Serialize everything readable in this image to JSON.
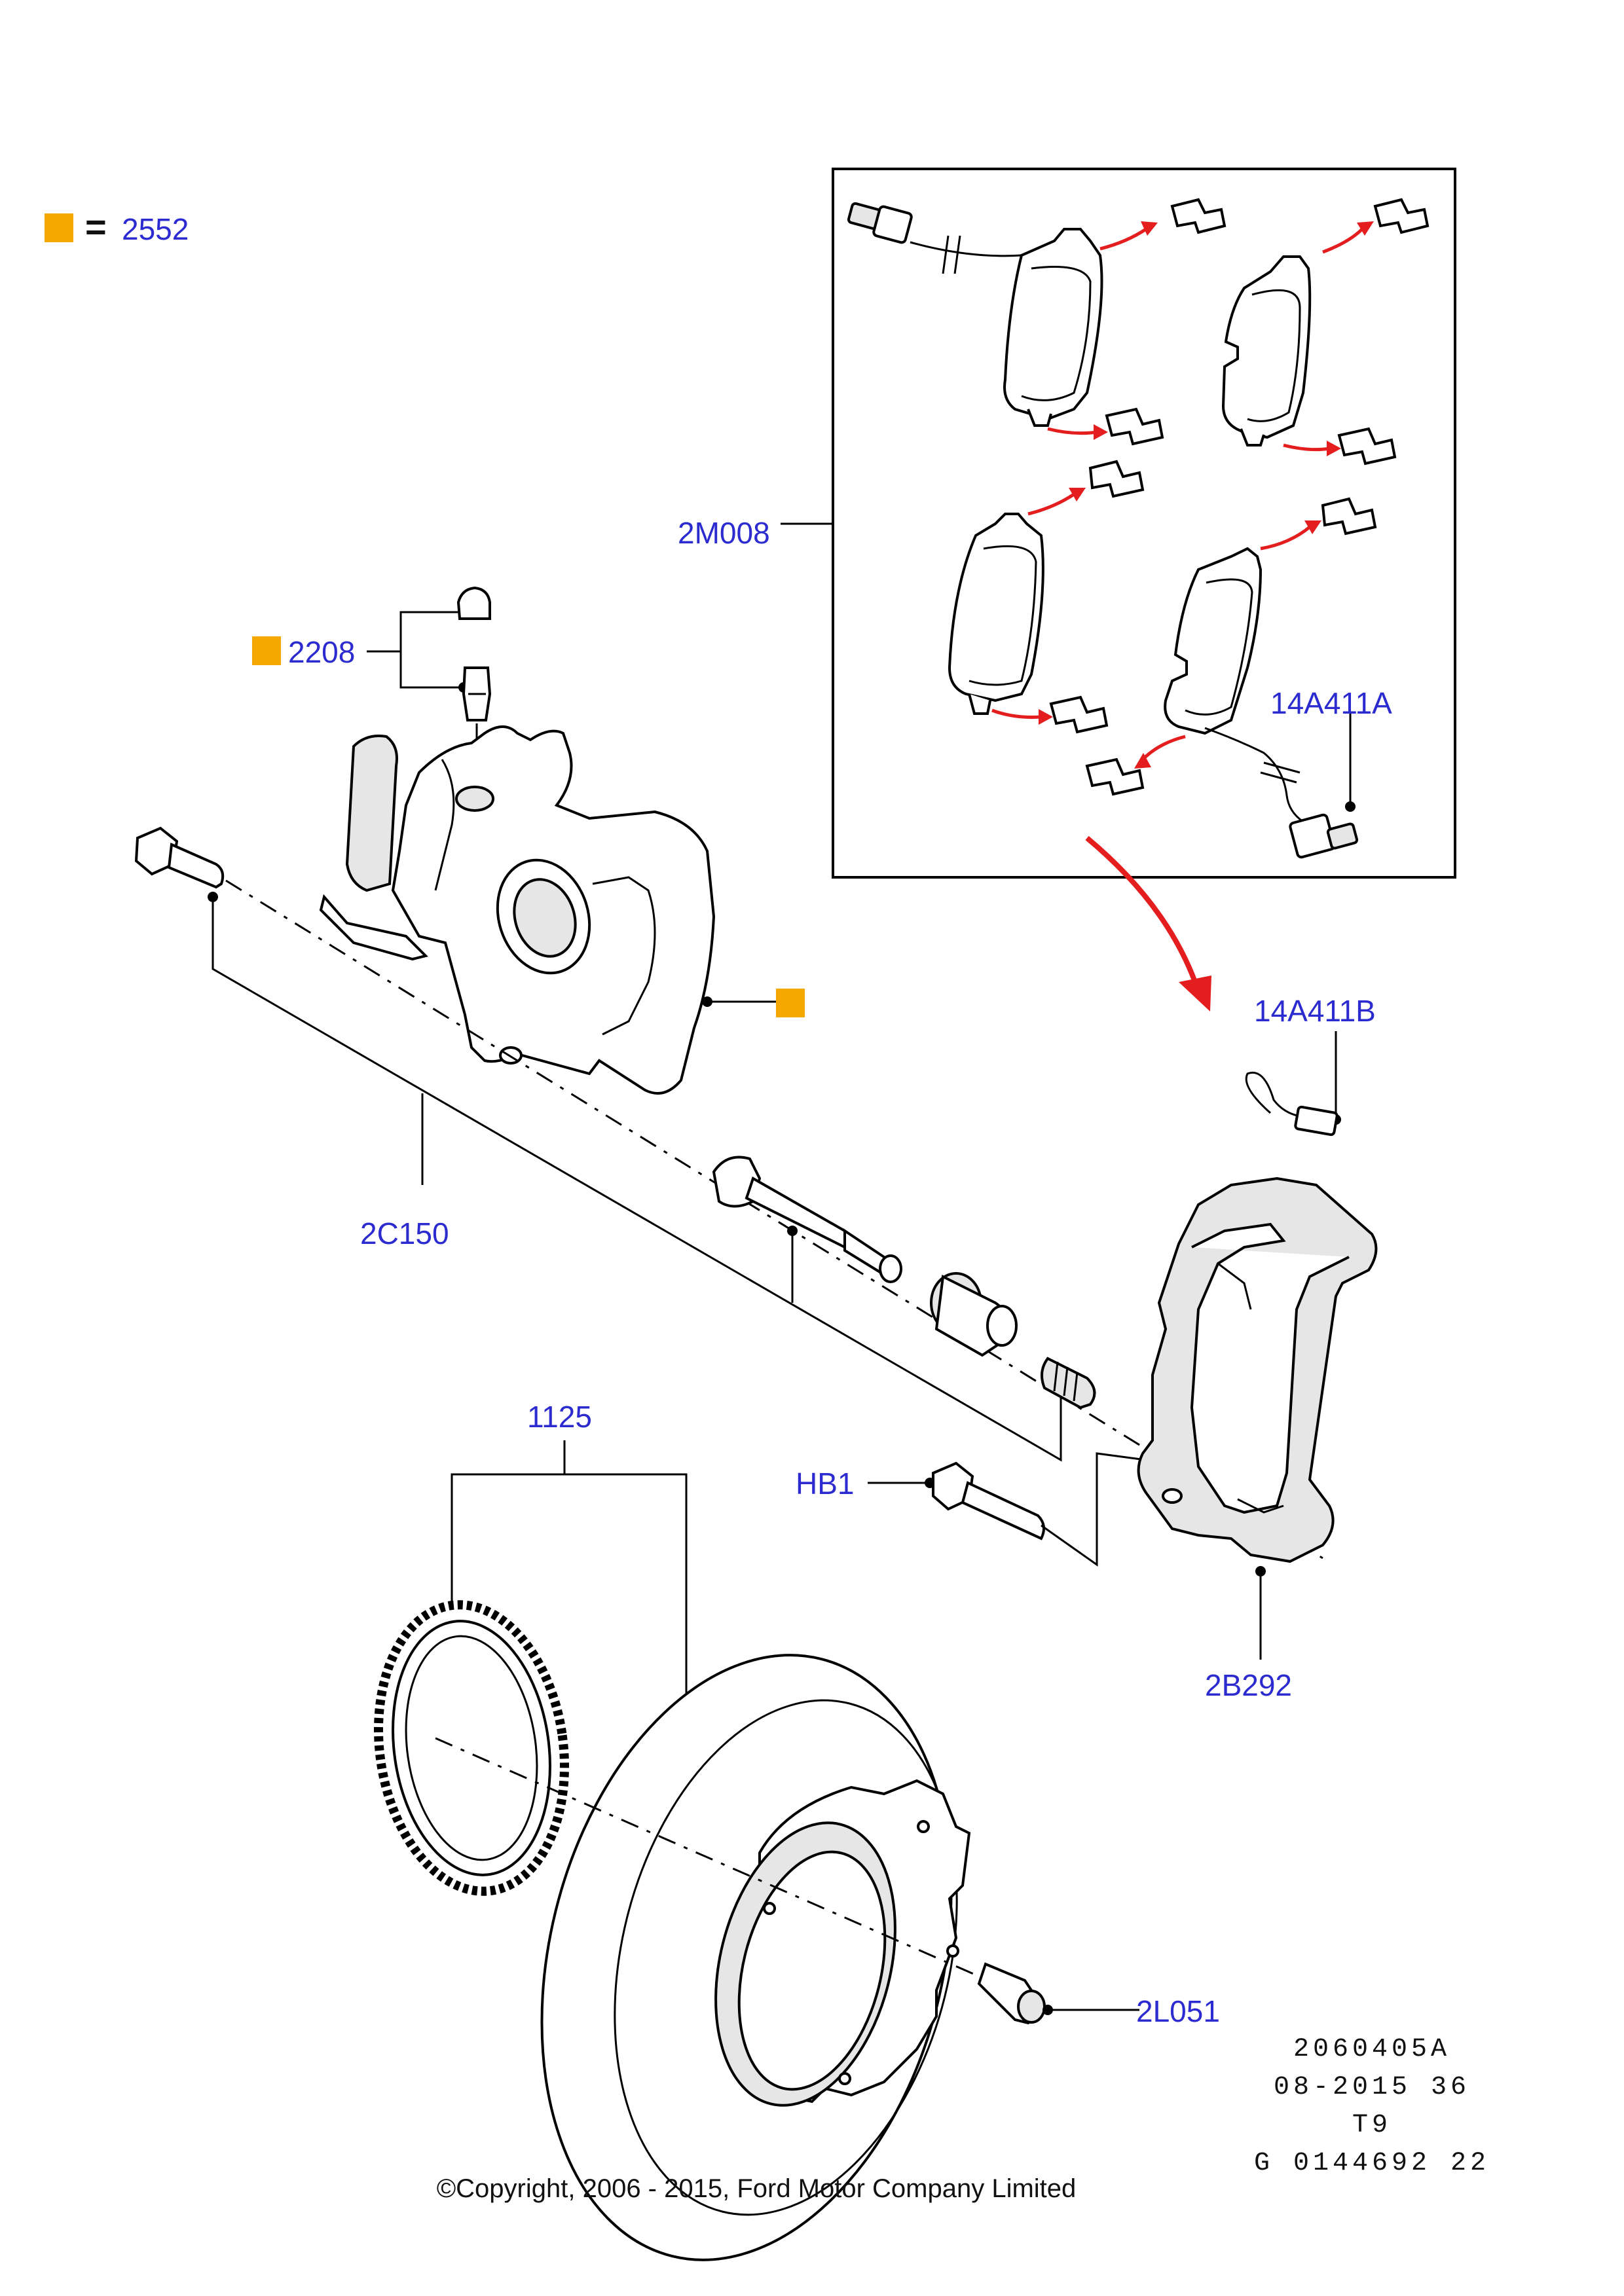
{
  "legend": {
    "marker_color": "#f5a800",
    "equals_symbol": "=",
    "code": "2552"
  },
  "labels": {
    "brake_pad_kit": "2M008",
    "bleed_valve": "2208",
    "wear_sensor_a": "14A411A",
    "wear_sensor_b": "14A411B",
    "caliper": "2C150",
    "anchor_bracket": "2B292",
    "bracket_bolt": "HB1",
    "disc": "1125",
    "disc_screw": "2L051"
  },
  "footer": {
    "ref_line_1": "2060405A",
    "ref_line_2": "08-2015 36",
    "ref_line_3": "T9",
    "ref_line_4": "G 0144692 22",
    "copyright": "©Copyright, 2006 - 2015, Ford Motor Company Limited"
  },
  "colors": {
    "label_blue": "#2b2bd0",
    "arrow_red": "#e41e1e",
    "legend_orange": "#f5a800"
  }
}
